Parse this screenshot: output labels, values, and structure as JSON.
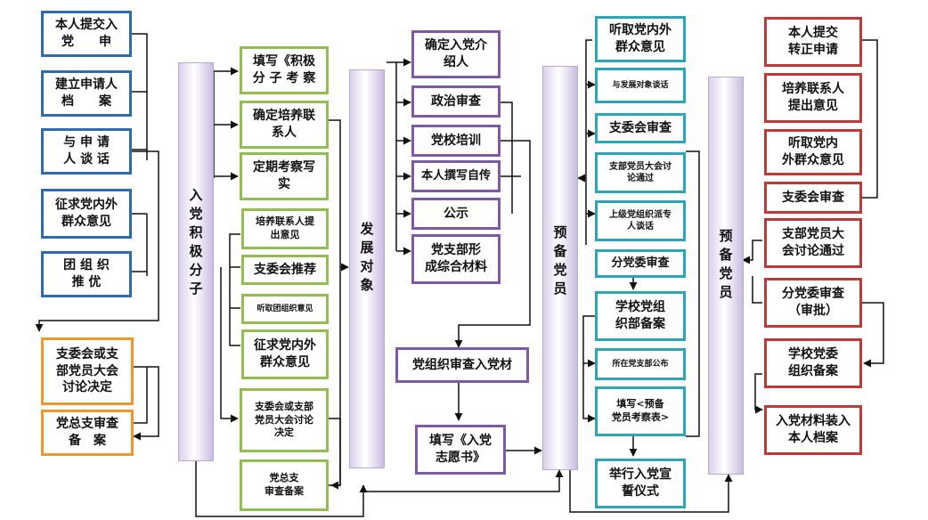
{
  "bars": {
    "activist": "入党积极分子",
    "development": "发展对象",
    "probationary_left": "预备党员",
    "probationary_right": "预备党员"
  },
  "col1": [
    "本人提交入\n党　　申",
    "建立申请人\n档　　案",
    "与 申 请\n人 谈 话",
    "征求党内外\n群众意见",
    "团 组 织\n推 优"
  ],
  "col1_orange": [
    "支委会或支\n部党员大会\n讨论决定",
    "党总支审查\n备　案"
  ],
  "col2_top": [
    "填写《积极\n分 子 考 察",
    "确定培养联\n系人",
    "定期考察写\n实"
  ],
  "col2_bottom": [
    "培养联系人提\n出意见",
    "支委会推荐",
    "听取团组织意见",
    "征求党内外\n群众意见",
    "支委会或支部\n党员大会讨论\n决定",
    "党总支\n审查备案"
  ],
  "col3_top": [
    "确定入党介\n绍人",
    "政治审查",
    "党校培训",
    "本人撰写自传",
    "公示",
    "党支部形\n成综合材料"
  ],
  "col3_bottom": [
    "党组织审查入党材",
    "填写《入党\n志愿书》"
  ],
  "col4": [
    "听取党内外\n群众意见",
    "与发展对象谈话",
    "支委会审查",
    "支部党员大会讨\n论通过",
    "上级党组织派专\n人谈话",
    "分党委审查",
    "学校党组\n织部备案",
    "所在党支部公布",
    "填写<预备\n党员考察表>",
    "举行入党宣\n誓仪式"
  ],
  "col5": [
    "本人提交\n转正申请",
    "培养联系人\n提出意见",
    "听取党内\n外群众意见",
    "支委会审查",
    "支部党员大\n会讨论通过",
    "分党委审查\n（审批）",
    "学校党委\n组织备案",
    "入党材料装入\n本人档案"
  ],
  "colors": {
    "blue": "#2e6bb0",
    "orange": "#f0962a",
    "green": "#92be4d",
    "purple": "#7e5aa6",
    "teal": "#2aa6b4",
    "red": "#bf3a36",
    "bar": "#c9bde0"
  }
}
